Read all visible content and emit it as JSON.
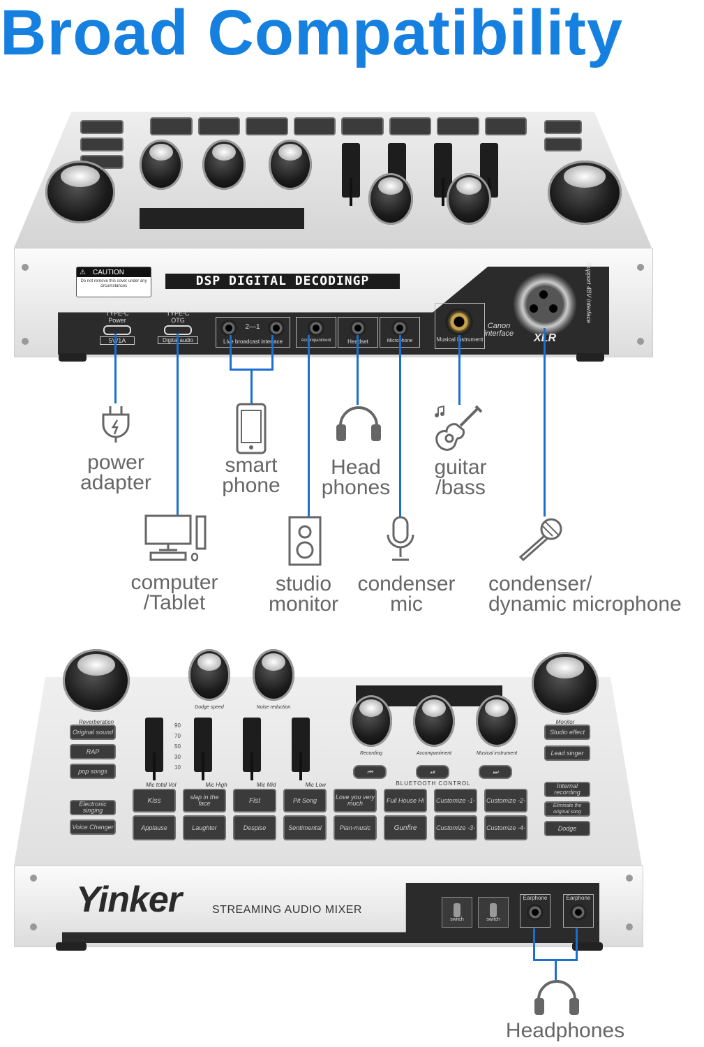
{
  "title": "Broad Compatibility",
  "colors": {
    "title": "#1580e0",
    "wire": "#1a6fcf",
    "label": "#666666",
    "panel": "#2a2a2a"
  },
  "top_device": {
    "caution": {
      "heading": "CAUTION",
      "text": "Do not remove this cover under any circumstances"
    },
    "banner": "DSP DIGITAL DECODINGP",
    "ports": {
      "typec_power": {
        "type": "TYPE-C",
        "name": "Power",
        "rating": "5V/1A"
      },
      "typec_otg": {
        "type": "TYPE-C",
        "name": "OTG",
        "sub": "Digital audio"
      },
      "live_broadcast": {
        "name": "Live broadcast interface",
        "marks": "2—1"
      },
      "accompaniment": "Accompaniment",
      "headset": "Headset",
      "microphone": "Microphone",
      "musical_instrument": "Musical instrument",
      "canon": "Canon interface",
      "xlr": "XLR",
      "phantom": "Support 48V interface"
    }
  },
  "connections": [
    {
      "icon": "power-adapter-icon",
      "label": "power\nadapter"
    },
    {
      "icon": "smartphone-icon",
      "label": "smart\nphone"
    },
    {
      "icon": "headphones-icon",
      "label": "Head\nphones"
    },
    {
      "icon": "guitar-icon",
      "label": "guitar\n/bass"
    },
    {
      "icon": "computer-icon",
      "label": "computer\n/Tablet"
    },
    {
      "icon": "speaker-icon",
      "label": "studio\nmonitor"
    },
    {
      "icon": "condenser-mic-icon",
      "label": "condenser\nmic"
    },
    {
      "icon": "handheld-mic-icon",
      "label": "condenser/\ndynamic microphone"
    }
  ],
  "bottom_device": {
    "brand": "Yinker",
    "product": "STREAMING AUDIO MIXER",
    "knob_labels": [
      "Reverberation",
      "Dodge speed",
      "Noise reduction",
      "Recording",
      "Accompaniment",
      "Musical instrument",
      "Monitor"
    ],
    "fader_labels": [
      "Mic total Vol",
      "Mic High",
      "Mic Mid",
      "Mic Low"
    ],
    "fader_scale": [
      "90",
      "70",
      "50",
      "30",
      "10"
    ],
    "bluetooth": "BLUETOOTH CONTROL",
    "left_keys": [
      "Original sound",
      "RAP",
      "pop songs",
      "Electronic singing",
      "Voice Changer"
    ],
    "pad_row1": [
      "Kiss",
      "slap in the face",
      "Fist",
      "Pit Song",
      "Love you very much",
      "Full House Hi",
      "Customize -1-",
      "Customize -2-"
    ],
    "pad_row2": [
      "Applause",
      "Laughter",
      "Despise",
      "Sentimental",
      "Pian-music",
      "Gunfire",
      "Customize -3-",
      "Customize -4-"
    ],
    "right_keys": [
      "Studio effect",
      "Lead singer",
      "Internal recording",
      "Eliminate the original song",
      "Dodge"
    ],
    "switches": [
      "switch",
      "switch"
    ],
    "earphone_ports": [
      "Earphone",
      "Earphone"
    ],
    "output_label": "Headphones"
  }
}
